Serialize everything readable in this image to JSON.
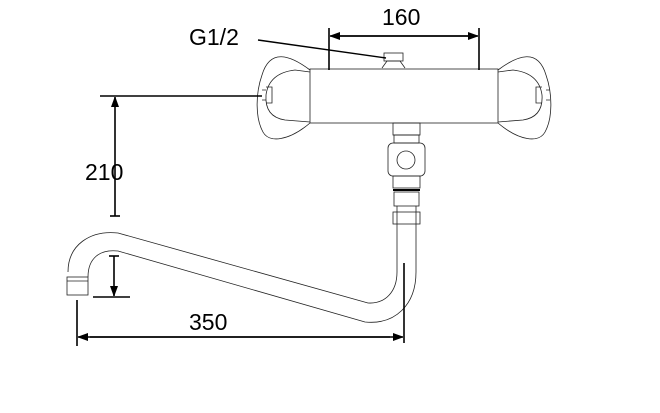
{
  "drawing": {
    "title": "Wall-mounted thermostatic mixer with swivel spout - dimensions",
    "labels": {
      "connection": "G1/2",
      "centers": "160",
      "height": "210",
      "spout_reach": "350"
    },
    "units": "mm"
  }
}
